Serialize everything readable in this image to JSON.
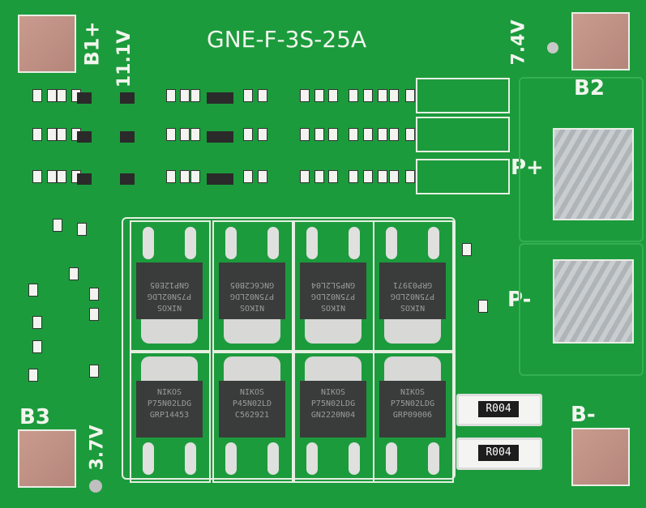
{
  "board": {
    "model": "GNE-F-3S-25A",
    "labels": {
      "b1": "B1+",
      "v1": "11.1V",
      "v2": "7.4V",
      "b2": "B2",
      "pplus": "P+",
      "pminus": "P-",
      "bminus": "B-",
      "b3": "B3",
      "v3": "3.7V"
    },
    "mosfets_top": [
      {
        "brand": "NIKOS",
        "part": "P75N02LDG",
        "code": "GNP12E05"
      },
      {
        "brand": "NIKOS",
        "part": "P75N02LDG",
        "code": "GNC6C2B05"
      },
      {
        "brand": "NIKOS",
        "part": "P75N02LDG",
        "code": "GNP5L2L04"
      },
      {
        "brand": "NIKOS",
        "part": "P75N02LDG",
        "code": "GRP03971"
      }
    ],
    "mosfets_bottom": [
      {
        "brand": "NIKOS",
        "part": "P75N02LDG",
        "code": "GRP14453"
      },
      {
        "brand": "NIKOS",
        "part": "P45N02LD",
        "code": "C562921"
      },
      {
        "brand": "NIKOS",
        "part": "P75N02LDG",
        "code": "GN2220N04"
      },
      {
        "brand": "NIKOS",
        "part": "P75N02LDG",
        "code": "GRP09006"
      }
    ],
    "resistors": [
      "R004",
      "R004"
    ],
    "colors": {
      "pcb": "#1c9b3c",
      "silkscreen": "#f2f5ee",
      "copper_pad": "#c99b8e",
      "silver_pad": "#c0c5c8"
    }
  }
}
